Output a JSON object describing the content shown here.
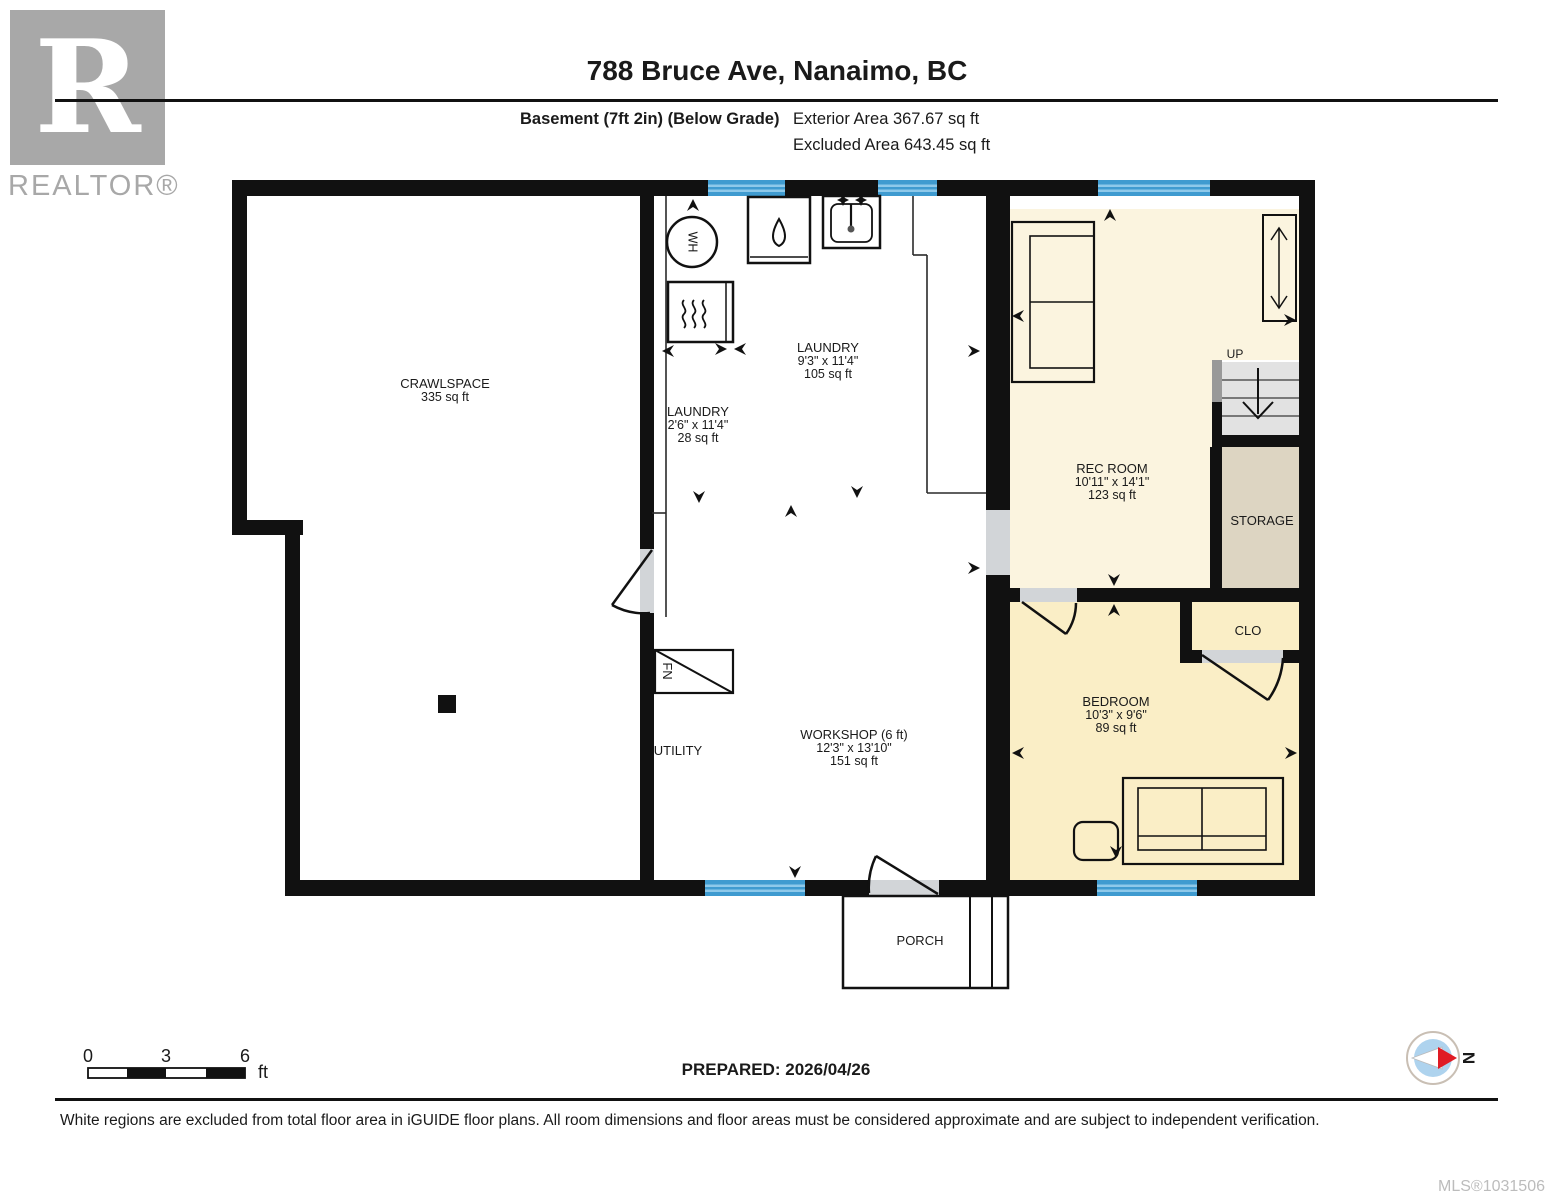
{
  "header": {
    "title": "788 Bruce Ave, Nanaimo, BC",
    "floor_label": "Basement (7ft 2in) (Below Grade)",
    "exterior_area": "Exterior Area 367.67 sq ft",
    "excluded_area": "Excluded Area 643.45 sq ft"
  },
  "logo": {
    "letter": "R",
    "brand": "REALTOR®"
  },
  "rooms": {
    "crawlspace": {
      "name": "CRAWLSPACE",
      "area": "335 sq ft"
    },
    "laundry_main": {
      "name": "LAUNDRY",
      "dims": "9'3\" x 11'4\"",
      "area": "105 sq ft"
    },
    "laundry_small": {
      "name": "LAUNDRY",
      "dims": "2'6\" x 11'4\"",
      "area": "28 sq ft"
    },
    "rec_room": {
      "name": "REC ROOM",
      "dims": "10'11\" x 14'1\"",
      "area": "123 sq ft"
    },
    "storage": {
      "name": "STORAGE"
    },
    "closet": {
      "name": "CLO"
    },
    "bedroom": {
      "name": "BEDROOM",
      "dims": "10'3\" x 9'6\"",
      "area": "89 sq ft"
    },
    "workshop": {
      "name": "WORKSHOP (6 ft)",
      "dims": "12'3\" x 13'10\"",
      "area": "151 sq ft"
    },
    "utility": {
      "name": "UTILITY"
    },
    "porch": {
      "name": "PORCH"
    }
  },
  "fixtures": {
    "water_heater_label": "WH",
    "furnace_label": "FN",
    "stairs_label": "UP"
  },
  "scale_bar": {
    "tick0": "0",
    "tick1": "3",
    "tick2": "6",
    "unit": "ft"
  },
  "compass": {
    "north_label": "N"
  },
  "footer": {
    "prepared": "PREPARED: 2026/04/26",
    "disclaimer": "White regions are excluded from total floor area in iGUIDE floor plans. All room dimensions and floor areas must be considered approximate and are subject to independent verification.",
    "mls": "MLS®1031506"
  },
  "colors": {
    "wall": "#111111",
    "window_blue": "#3f9bd0",
    "window_blue_light": "#8ec9ea",
    "rec_room_fill": "#fbf4df",
    "bedroom_fill": "#faeec6",
    "storage_fill": "#ddd5c2",
    "closet_fill": "#ded7c6",
    "stairs_fill": "#e2e2e2",
    "door_opening_grey": "#d2d5d8",
    "logo_grey": "#a8a8a8",
    "compass_red": "#e01b24",
    "compass_blue": "#aed3ee"
  }
}
